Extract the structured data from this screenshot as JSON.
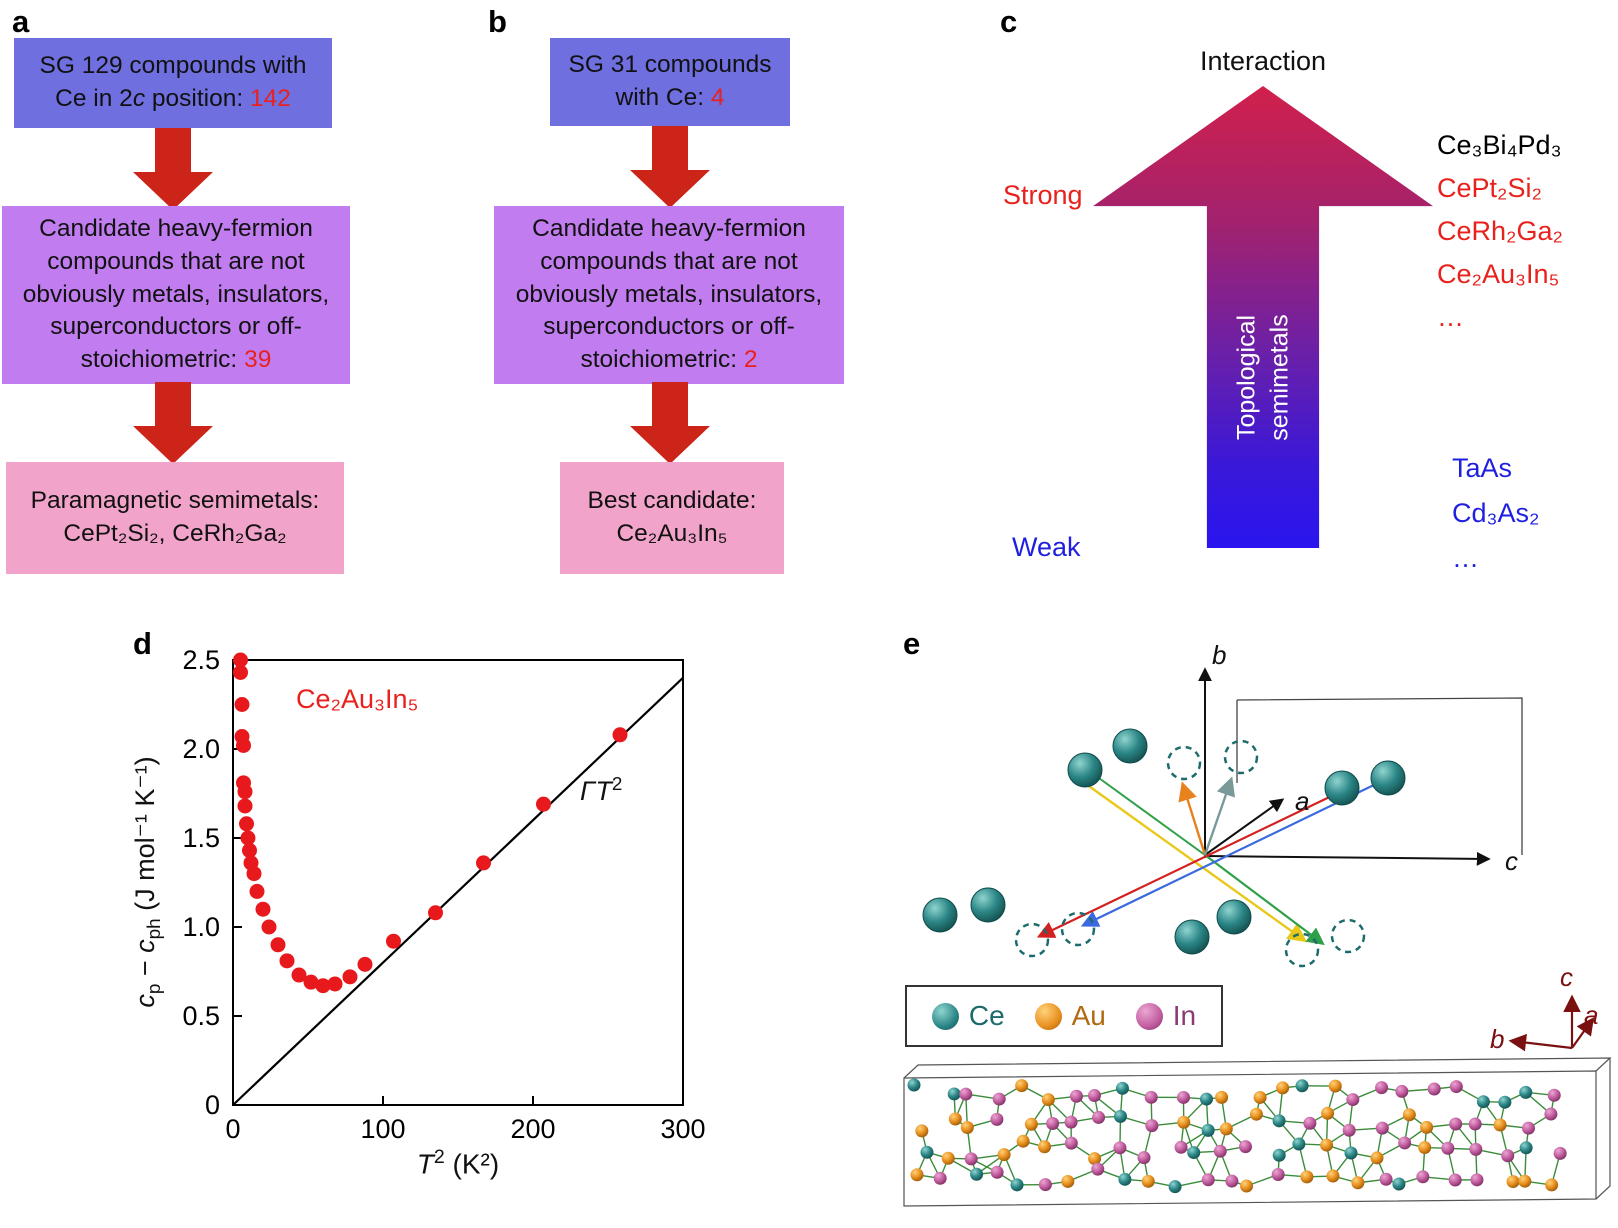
{
  "colors": {
    "box_blue": "#6f6fe0",
    "box_purple": "#c17df0",
    "box_pink": "#f2a3c9",
    "flow_arrow_red": "#cc2418",
    "text_red": "#e8211c",
    "text_blue": "#1f1fe0",
    "gradient_top_red": "#d1204b",
    "gradient_bottom_blue": "#2a15ef",
    "ce_teal": "#2b8686",
    "au_orange": "#e8901f",
    "in_magenta": "#c25d9f"
  },
  "panel_a": {
    "label": "a",
    "box1": {
      "line1": "SG 129 compounds with",
      "line2_pre": "Ce in 2",
      "line2_italic": "c",
      "line2_mid": " position: ",
      "count": "142"
    },
    "box2": {
      "text": "Candidate heavy-fermion compounds that are not obviously metals, insulators, superconductors or off-stoichiometric: ",
      "count": "39"
    },
    "box3": {
      "line1": "Paramagnetic semimetals:",
      "line2": "CePt₂Si₂, CeRh₂Ga₂"
    }
  },
  "panel_b": {
    "label": "b",
    "box1": {
      "line1": "SG 31 compounds",
      "line2_pre": "with Ce: ",
      "count": "4"
    },
    "box2": {
      "text": "Candidate heavy-fermion compounds that are not obviously metals, insulators, superconductors or off-stoichiometric: ",
      "count": "2"
    },
    "box3": {
      "line1": "Best candidate:",
      "line2": "Ce₂Au₃In₅"
    }
  },
  "panel_c": {
    "label": "c",
    "title": "Interaction",
    "arrow_line1": "Topological",
    "arrow_line2": "semimetals",
    "strong": "Strong",
    "weak": "Weak",
    "top_list": [
      {
        "text": "Ce₃Bi₄Pd₃",
        "color": "#000000"
      },
      {
        "text": "CePt₂Si₂",
        "color": "#e8211c"
      },
      {
        "text": "CeRh₂Ga₂",
        "color": "#e8211c"
      },
      {
        "text": "Ce₂Au₃In₅",
        "color": "#e8211c"
      },
      {
        "text": "…",
        "color": "#e8211c"
      }
    ],
    "bottom_list": [
      {
        "text": "TaAs",
        "color": "#1f1fe0"
      },
      {
        "text": "Cd₃As₂",
        "color": "#1f1fe0"
      },
      {
        "text": "…",
        "color": "#1f1fe0"
      }
    ]
  },
  "panel_d": {
    "label": "d",
    "series_label": "Ce₂Au₃In₅",
    "fit_label": {
      "gamma": "Γ",
      "t": "T",
      "exp": "2"
    },
    "ylabel": {
      "it1": "c",
      "sub1": "p",
      "mid": " − ",
      "it2": "c",
      "sub2": "ph",
      "units": " (J mol⁻¹ K⁻¹)"
    },
    "xlabel": {
      "it": "T",
      "exp": "2",
      "units": " (K²)"
    }
  },
  "chart_data": {
    "type": "scatter",
    "title": "",
    "xlabel": "T² (K²)",
    "ylabel": "cp − cph (J mol⁻¹ K⁻¹)",
    "xlim": [
      0,
      300
    ],
    "ylim": [
      0,
      2.5
    ],
    "xticks": [
      0,
      100,
      200,
      300
    ],
    "xtick_labels": [
      "0",
      "100",
      "200",
      "300"
    ],
    "yticks": [
      0,
      0.5,
      1,
      1.5,
      2,
      2.5
    ],
    "ytick_labels": [
      "0",
      "0.5",
      "1.0",
      "1.5",
      "2.0",
      "2.5"
    ],
    "legend_position": "none",
    "grid": false,
    "series": [
      {
        "name": "Ce₂Au₃In₅",
        "points": [
          [
            5,
            2.5
          ],
          [
            5,
            2.43
          ],
          [
            6,
            2.25
          ],
          [
            6,
            2.07
          ],
          [
            7,
            2.02
          ],
          [
            7,
            1.81
          ],
          [
            8,
            1.76
          ],
          [
            8,
            1.68
          ],
          [
            9,
            1.58
          ],
          [
            10,
            1.5
          ],
          [
            11,
            1.43
          ],
          [
            12,
            1.36
          ],
          [
            14,
            1.3
          ],
          [
            16,
            1.2
          ],
          [
            20,
            1.1
          ],
          [
            24,
            1.0
          ],
          [
            30,
            0.9
          ],
          [
            36,
            0.81
          ],
          [
            44,
            0.73
          ],
          [
            52,
            0.69
          ],
          [
            60,
            0.67
          ],
          [
            68,
            0.68
          ],
          [
            78,
            0.72
          ],
          [
            88,
            0.79
          ],
          [
            107,
            0.92
          ],
          [
            135,
            1.08
          ],
          [
            167,
            1.36
          ],
          [
            207,
            1.69
          ],
          [
            258,
            2.08
          ]
        ]
      }
    ],
    "fit_line": {
      "label": "ΓT²",
      "x": [
        0,
        300
      ],
      "y": [
        0,
        2.4
      ]
    },
    "point_color": "#e8191c",
    "line_color": "#000000"
  },
  "panel_e": {
    "label": "e",
    "axes_top": {
      "a": "a",
      "b": "b",
      "c": "c"
    },
    "axes_bottom": {
      "a": "a",
      "b": "b",
      "c": "c"
    },
    "legend": [
      {
        "element": "Ce",
        "color": "#2b8686"
      },
      {
        "element": "Au",
        "color": "#e8901f"
      },
      {
        "element": "In",
        "color": "#c25d9f"
      }
    ]
  }
}
